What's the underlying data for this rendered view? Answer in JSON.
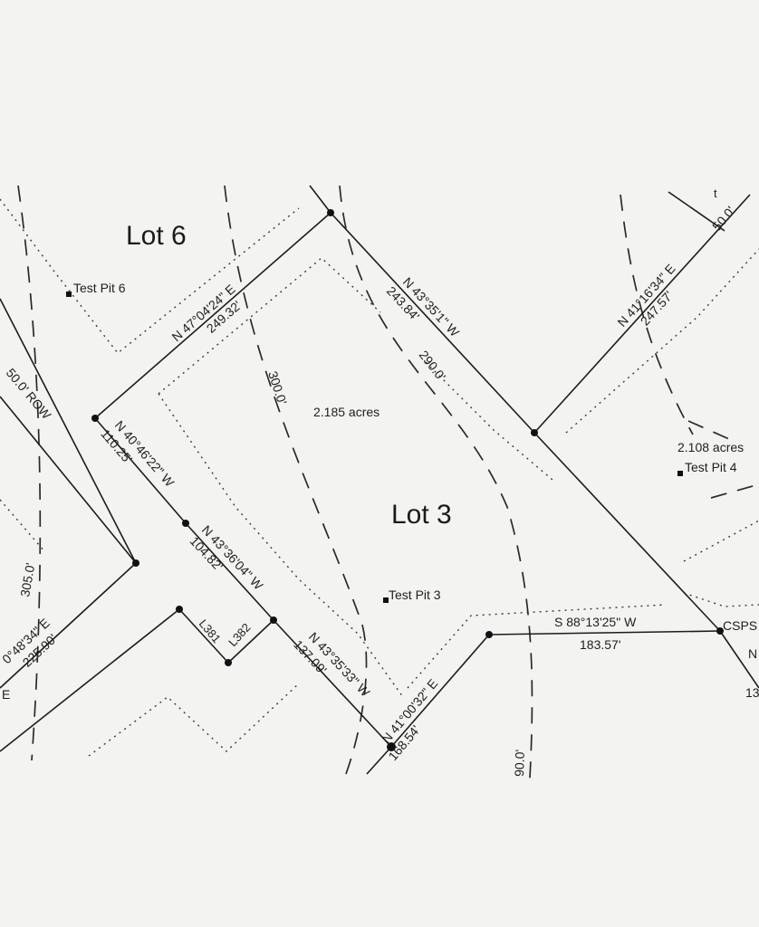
{
  "lots": {
    "lot6": "Lot 6",
    "lot3": "Lot 3"
  },
  "areas": {
    "lot3": "2.185 acres",
    "right": "2.108 acres"
  },
  "test_pits": {
    "tp6": "Test Pit 6",
    "tp3": "Test Pit 3",
    "tp4": "Test Pit 4"
  },
  "courses": {
    "c1_bearing": "N 47°04'24\" E",
    "c1_dist": "249.32'",
    "c2_bearing": "N 43°35'1\" W",
    "c2_dist": "243.84'",
    "c3_bearing": "N 41°16'34\" E",
    "c3_dist": "247.57'",
    "c4_bearing": "N 40°46'22\" W",
    "c4_dist": "110.25'",
    "c5_bearing": "N 43°36'04\" W",
    "c5_dist": "104.82'",
    "c6_bearing": "N 43°35'33\" W",
    "c6_dist": "137.09'",
    "c7_bearing": "N 41°00'32\" E",
    "c7_dist": "168.54'",
    "c8_bearing": "S 88°13'25\" W",
    "c8_dist": "183.57'",
    "c9_bearing": "0°48'34\" E",
    "c9_dist": "225.90'"
  },
  "line_labels": {
    "l381": "L381",
    "l382": "L382",
    "csps": "CSPS",
    "row": "50.0' ROW",
    "w50": "50.0'",
    "setback300": "300.0'",
    "setback290": "290.0'",
    "setback305": "305.0'",
    "setback90": "90.0'",
    "edge_e": "E",
    "edge_n": "N",
    "edge_13": "13",
    "edge_t": "t"
  }
}
